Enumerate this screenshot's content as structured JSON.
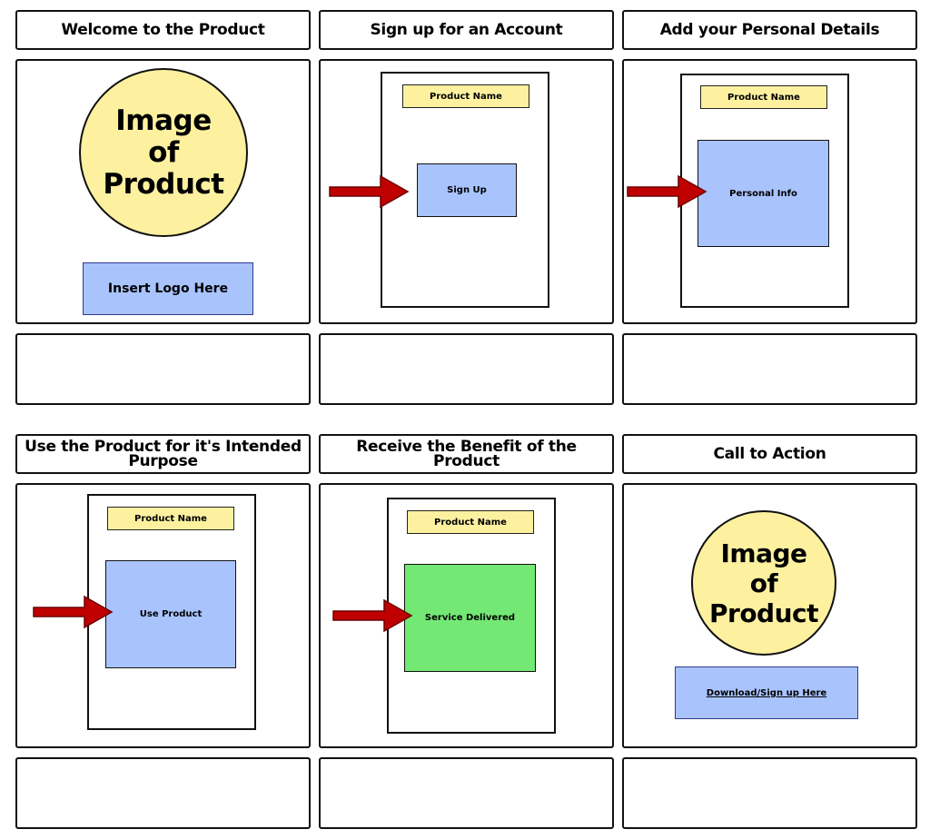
{
  "colors": {
    "circle_fill": "#fdf1a0",
    "name_bar_fill": "#fdf1a0",
    "blue_box_fill": "#a9c3fd",
    "green_box_fill": "#74e874",
    "arrow_fill": "#c00000",
    "border": "#111111"
  },
  "panels": [
    {
      "title": "Welcome to the Product",
      "circle_text": "Image\nof\nProduct",
      "button_text": "Insert Logo Here"
    },
    {
      "title": "Sign up for an Account",
      "product_name": "Product Name",
      "screen_text": "Sign Up",
      "arrow_icon": "red-arrow-right-icon"
    },
    {
      "title": "Add your Personal Details",
      "product_name": "Product Name",
      "screen_text": "Personal Info",
      "arrow_icon": "red-arrow-right-icon"
    },
    {
      "title": "Use the Product for it's Intended Purpose",
      "product_name": "Product Name",
      "screen_text": "Use Product",
      "arrow_icon": "red-arrow-right-icon"
    },
    {
      "title": "Receive the Benefit of the Product",
      "product_name": "Product Name",
      "screen_text": "Service Delivered",
      "arrow_icon": "red-arrow-right-icon"
    },
    {
      "title": "Call to Action",
      "circle_text": "Image\nof\nProduct",
      "button_text": "Download/Sign up Here"
    }
  ]
}
